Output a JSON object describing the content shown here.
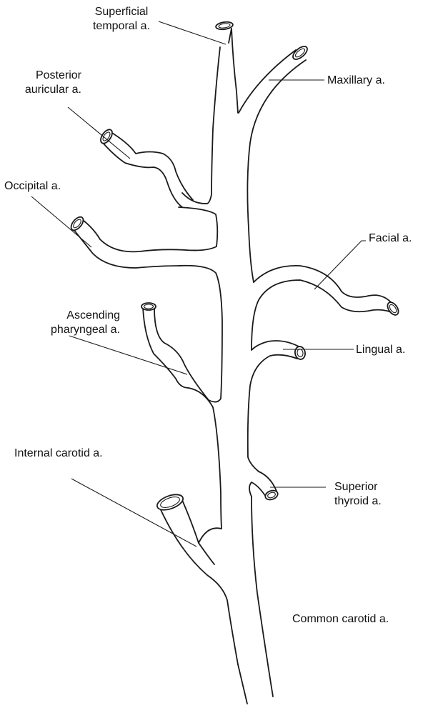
{
  "labels": {
    "superficial_temporal": "Superficial\ntemporal a.",
    "maxillary": "Maxillary a.",
    "posterior_auricular": "Posterior\nauricular a.",
    "occipital": "Occipital a.",
    "facial": "Facial a.",
    "ascending_pharyngeal": "Ascending\npharyngeal a.",
    "lingual": "Lingual a.",
    "internal_carotid": "Internal carotid a.",
    "superior_thyroid": "Superior\nthyroid a.",
    "common_carotid": "Common carotid a."
  },
  "colors": {
    "stroke": "#1a1a1a",
    "background": "#ffffff"
  }
}
